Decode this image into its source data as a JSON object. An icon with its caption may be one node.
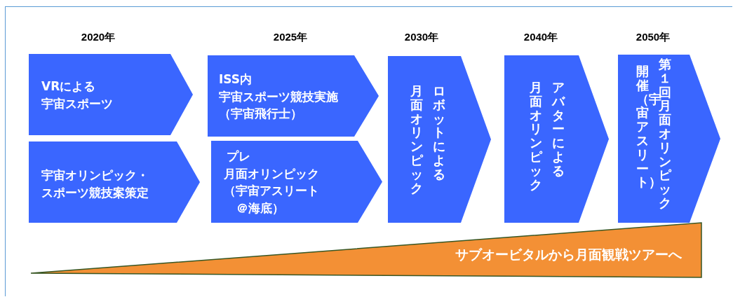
{
  "diagram": {
    "nodes": [
      {
        "text": [
          "VRによる宇宙スポーツ"
        ]
      },
      {
        "text": [
          "宇宙オリンピック・スポーツ競技案策定"
        ]
      },
      {
        "text": [
          "ISS内宇宙スポーツ競技実施（宇宙飛行士）"
        ]
      },
      {
        "text": [
          "プレ月面オリンピック（宇宙アスリート＠海底）"
        ]
      },
      {
        "text": [
          "ロボットによる月面オリンピック"
        ]
      },
      {
        "text": [
          "アバターによる月面オリンピック"
        ]
      },
      {
        "text": [
          "第１回月面オリンピック開催（宇宙アスリート）"
        ]
      },
      {
        "text": [
          "サブオービタルから月面観戦ツアーへ"
        ]
      }
    ],
    "labels": [
      "2020年",
      "2025年",
      "2030年",
      "2040年",
      "2050年"
    ]
  }
}
